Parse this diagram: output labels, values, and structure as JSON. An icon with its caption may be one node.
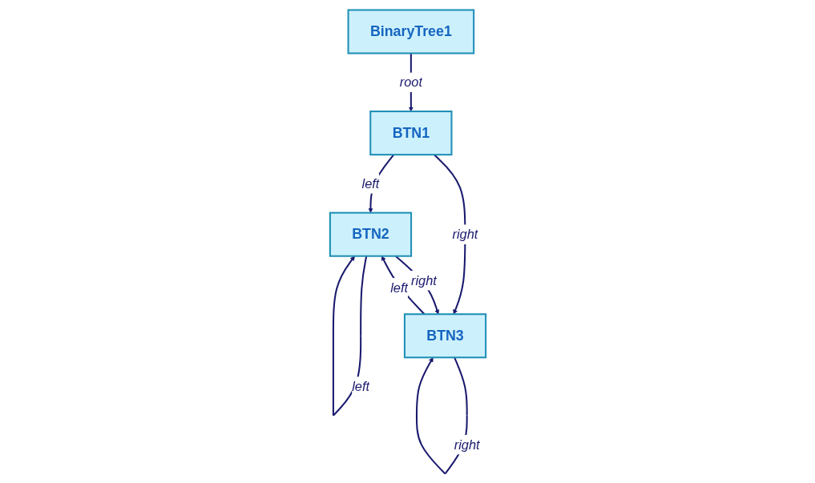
{
  "diagram": {
    "nodes": [
      {
        "text": [
          "BinaryTree1"
        ]
      },
      {
        "text": [
          "BTN1"
        ]
      },
      {
        "text": [
          "BTN2"
        ]
      },
      {
        "text": [
          "BTN3"
        ]
      }
    ],
    "edges": [
      {
        "from": 0,
        "to": 1,
        "arrow": "to",
        "label": "root"
      },
      {
        "from": 1,
        "to": 2,
        "arrow": "to",
        "label": "left"
      },
      {
        "from": 1,
        "to": 3,
        "arrow": "to",
        "label": "right"
      },
      {
        "from": 2,
        "to": 3,
        "arrow": "to",
        "label": "right"
      },
      {
        "from": 3,
        "to": 2,
        "arrow": "to",
        "label": "left"
      },
      {
        "from": 2,
        "to": 2,
        "arrow": "to",
        "label": "left"
      },
      {
        "from": 3,
        "to": 3,
        "arrow": "to",
        "label": "right"
      }
    ]
  }
}
